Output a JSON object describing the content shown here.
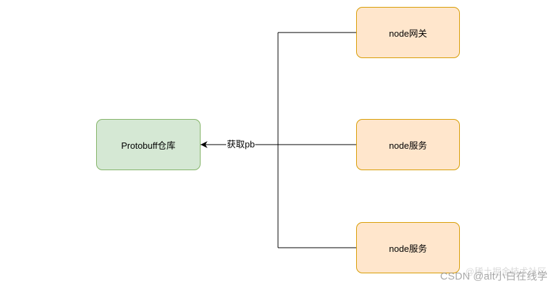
{
  "diagram": {
    "repo_label": "Protobuff仓库",
    "services": [
      {
        "label": "node网关"
      },
      {
        "label": "node服务"
      },
      {
        "label": "node服务"
      }
    ],
    "edge_label": "获取pb",
    "colors": {
      "repo_fill": "#d5e8d4",
      "repo_border": "#82b366",
      "service_fill": "#ffe6cc",
      "service_border": "#d79b00",
      "connector": "#000000"
    }
  },
  "watermark": {
    "text": "CSDN @alt小白在线学",
    "ghost_text": "@稀土掘金技术社区"
  }
}
